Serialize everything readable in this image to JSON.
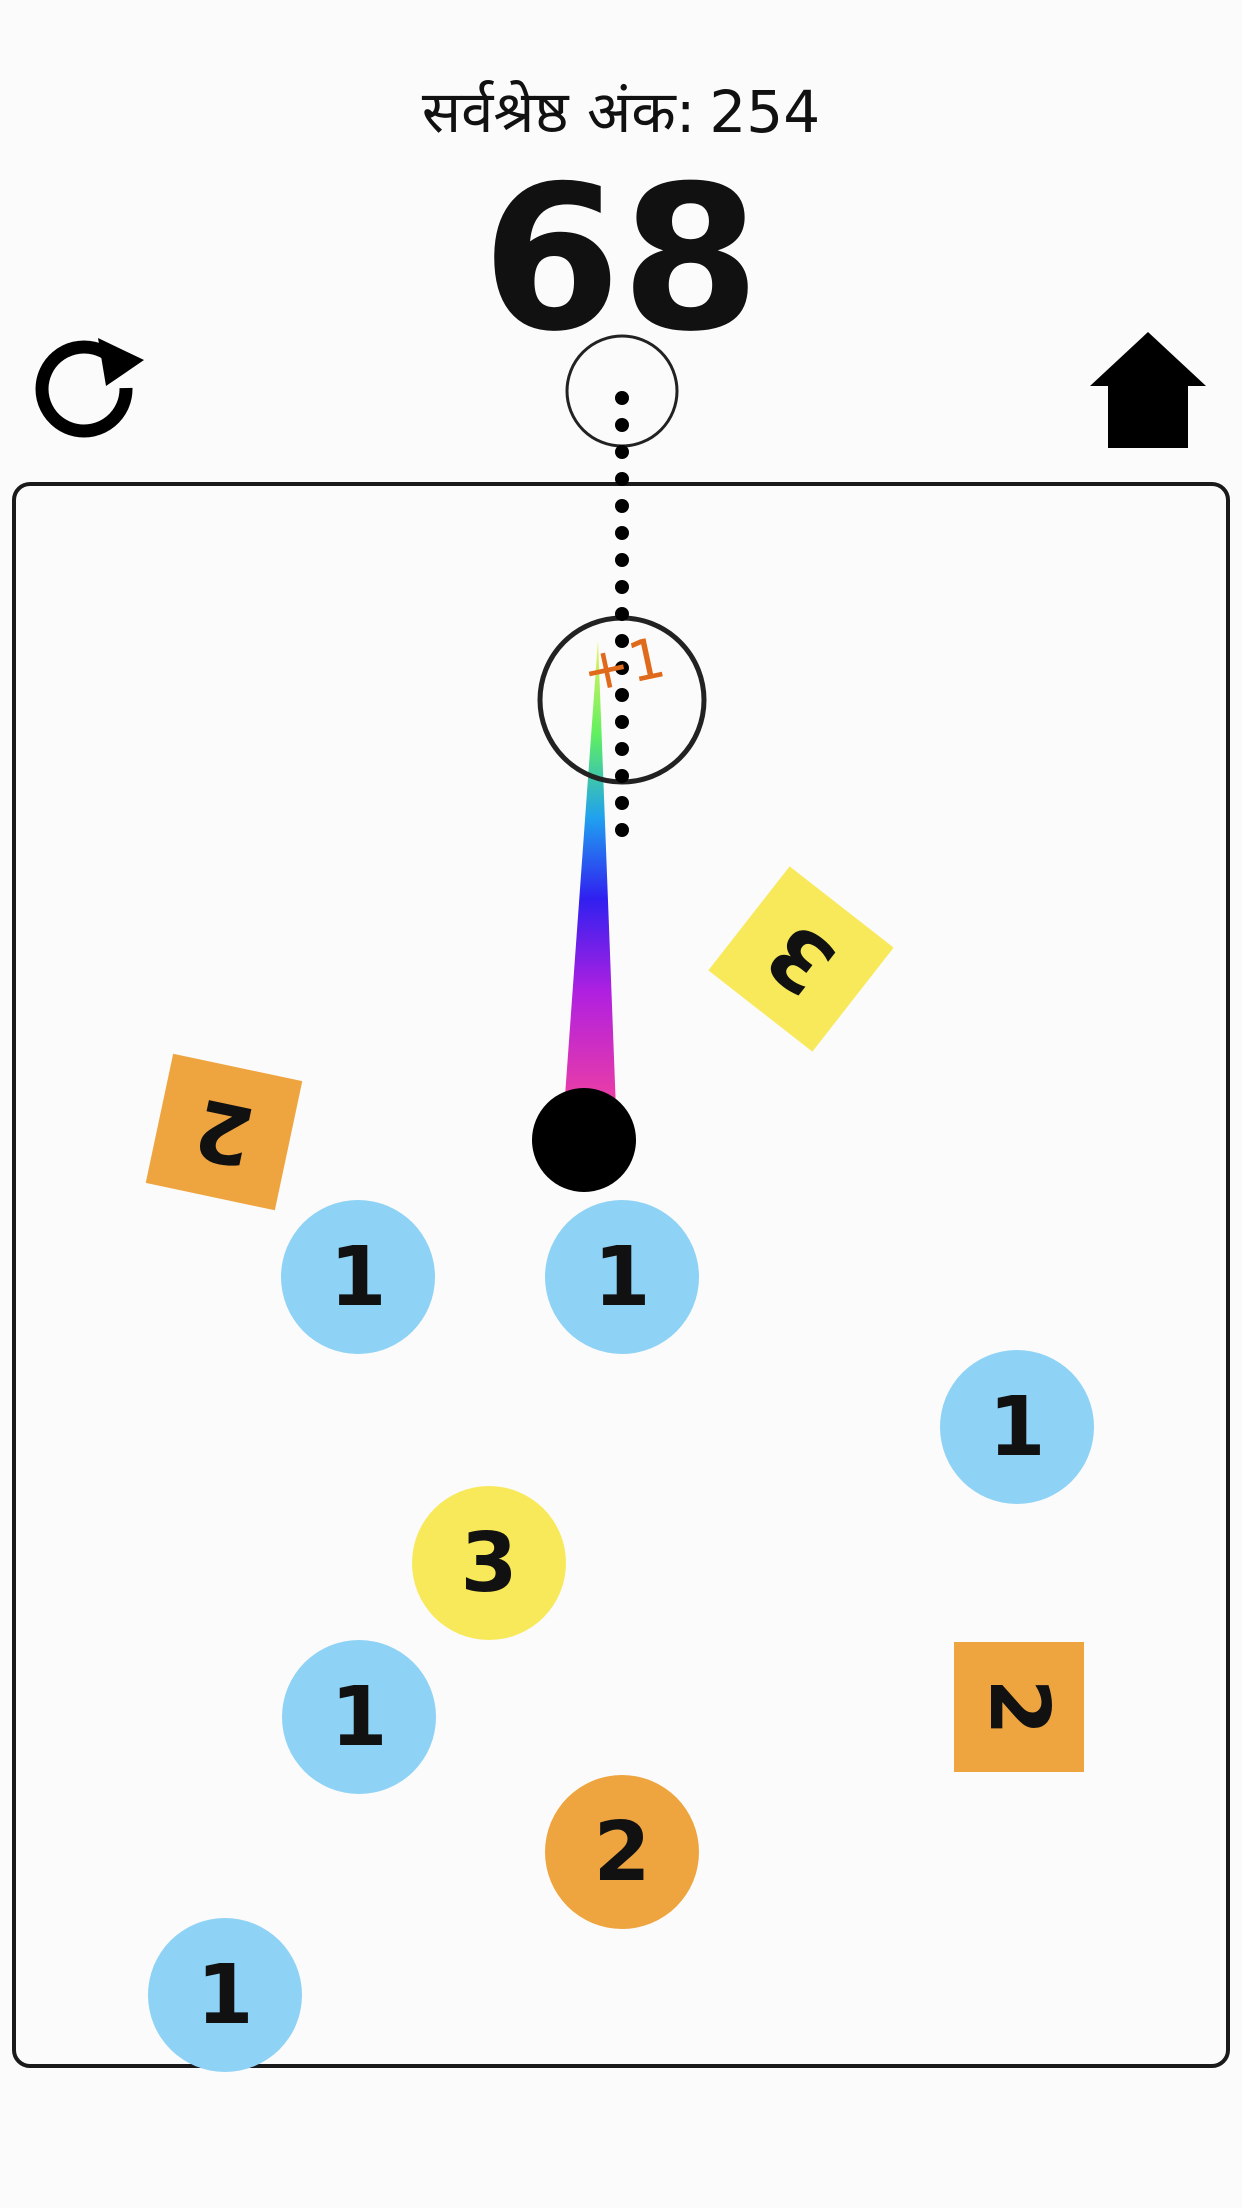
{
  "header": {
    "best_label": "सर्वश्रेष्ठ अंक:",
    "best_value": "254",
    "score": "68"
  },
  "controls": {
    "restart_icon": "restart-icon",
    "home_icon": "home-icon"
  },
  "launcher": {
    "bonus_text": "+1"
  },
  "pieces": {
    "p1": "3",
    "p2": "2",
    "p3": "1",
    "p4": "1",
    "p5": "1",
    "p6": "3",
    "p7": "1",
    "p8": "2",
    "p9": "2",
    "p10": "1"
  },
  "colors": {
    "blue": "#8ed2f5",
    "yellow": "#f8e95a",
    "orange": "#eea540",
    "bonus": "#e06a1c"
  }
}
